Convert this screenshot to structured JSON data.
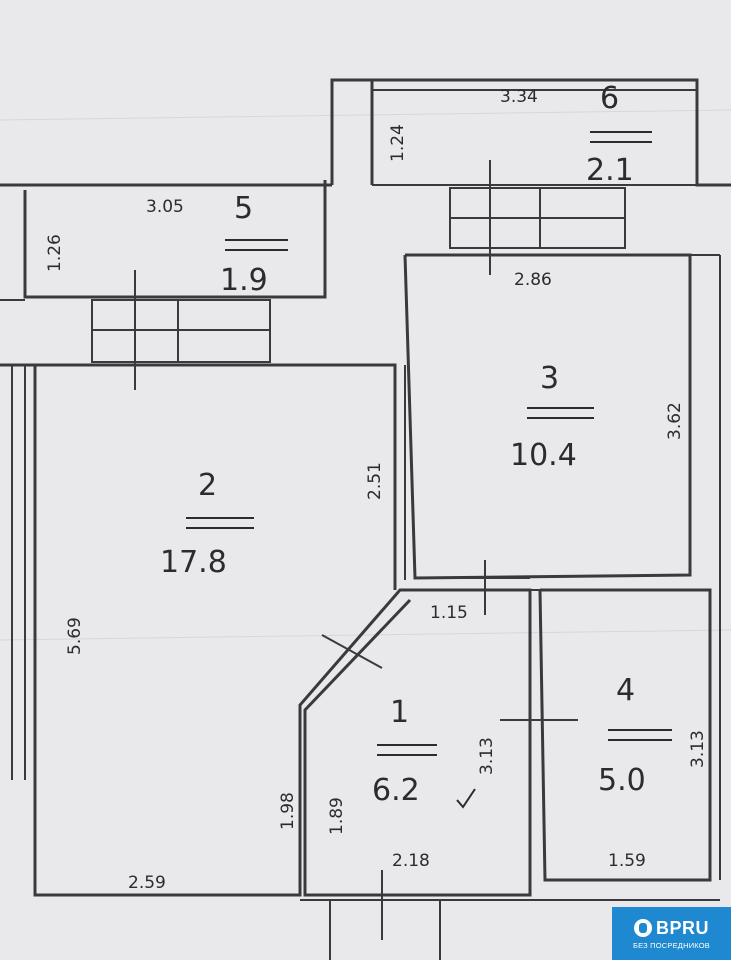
{
  "rooms": [
    {
      "number": "1",
      "area": "6.2"
    },
    {
      "number": "2",
      "area": "17.8"
    },
    {
      "number": "3",
      "area": "10.4"
    },
    {
      "number": "4",
      "area": "5.0"
    },
    {
      "number": "5",
      "area": "1.9"
    },
    {
      "number": "6",
      "area": "2.1"
    }
  ],
  "dimensions": {
    "room6_width": "3.34",
    "room6_depth": "1.24",
    "room5_width": "3.05",
    "room5_depth": "1.26",
    "room3_width": "2.86",
    "room3_height": "3.62",
    "room2_wall": "2.51",
    "room2_height": "5.69",
    "room2_bottom": "2.59",
    "room2_corner": "1.98",
    "hall_top": "1.15",
    "hall_left": "1.89",
    "hall_right": "3.13",
    "hall_bottom": "2.18",
    "room4_height": "3.13",
    "room4_width": "1.59"
  },
  "badge": {
    "brand": "BPRU",
    "tagline": "БЕЗ ПОСРЕДНИКОВ"
  }
}
